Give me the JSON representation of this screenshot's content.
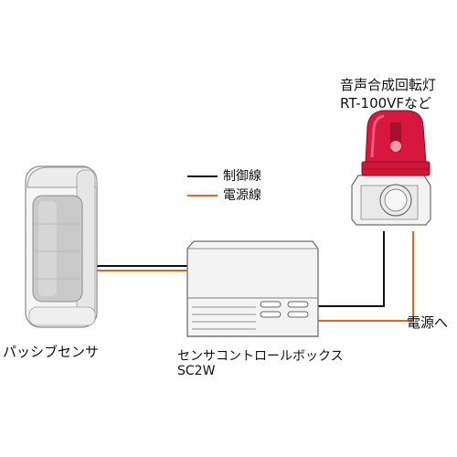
{
  "colors": {
    "control_line": "#111111",
    "power_line": "#e8651e",
    "lamp_red": "#d8173e",
    "device_white": "#f2f2f2",
    "outline": "#666666"
  },
  "legend": {
    "control_line_label": "制御線",
    "power_line_label": "電源線"
  },
  "devices": {
    "passive_sensor": {
      "label": "パッシブセンサ"
    },
    "control_box": {
      "label_line1": "センサコントロールボックス",
      "label_line2": "SC2W"
    },
    "rotating_lamp": {
      "label_line1": "音声合成回転灯",
      "label_line2": "RT-100VFなど"
    }
  },
  "power_destination": {
    "label": "電源へ"
  }
}
